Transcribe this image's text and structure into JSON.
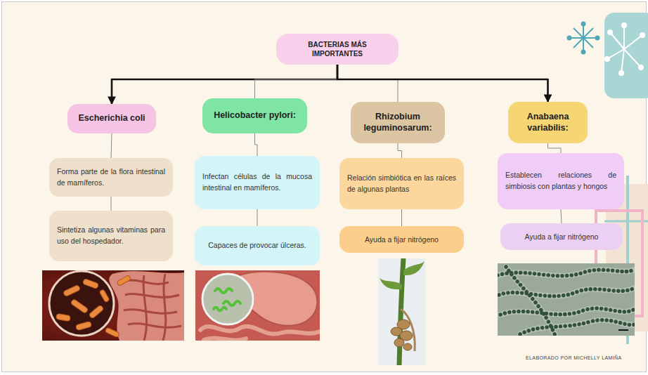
{
  "diagram": {
    "nodes": [
      {
        "text": [
          "BACTERIAS MÁS IMPORTANTES"
        ]
      },
      {
        "text": [
          "Escherichia coli"
        ]
      },
      {
        "text": [
          "Helicobacter pylori:"
        ]
      },
      {
        "text": [
          "Rhizobium leguminosarum:"
        ]
      },
      {
        "text": [
          "Anabaena variabilis:"
        ]
      },
      {
        "text": [
          "Forma parte de la flora intestinal de mamíferos."
        ]
      },
      {
        "text": [
          "Sintetiza algunas vitaminas para uso del hospedador."
        ]
      },
      {
        "text": [
          "Infectan células de la mucosa intestinal en mamíferos."
        ]
      },
      {
        "text": [
          "Capaces de provocar úlceras."
        ]
      },
      {
        "text": [
          "Relación simbiótica en las raíces de algunas plantas"
        ]
      },
      {
        "text": [
          "Ayuda a fijar nitrógeno"
        ]
      },
      {
        "text": [
          "Establecen relaciones de simbiosis con plantas y hongos"
        ]
      },
      {
        "text": [
          "Ayuda a fijar nitrógeno"
        ]
      }
    ],
    "edges": [
      {
        "from": 0,
        "to": 1,
        "arrow": "to"
      },
      {
        "from": 0,
        "to": 2,
        "arrow": "none"
      },
      {
        "from": 0,
        "to": 3,
        "arrow": "none"
      },
      {
        "from": 0,
        "to": 4,
        "arrow": "to"
      },
      {
        "from": 1,
        "to": 5,
        "arrow": "none"
      },
      {
        "from": 5,
        "to": 6,
        "arrow": "none"
      },
      {
        "from": 2,
        "to": 7,
        "arrow": "none"
      },
      {
        "from": 7,
        "to": 8,
        "arrow": "none"
      },
      {
        "from": 3,
        "to": 9,
        "arrow": "none"
      },
      {
        "from": 9,
        "to": 10,
        "arrow": "none"
      },
      {
        "from": 4,
        "to": 11,
        "arrow": "none"
      },
      {
        "from": 11,
        "to": 12,
        "arrow": "none"
      }
    ],
    "labels": [
      "ELABORADO POR MICHELLY LAMIÑA"
    ]
  }
}
